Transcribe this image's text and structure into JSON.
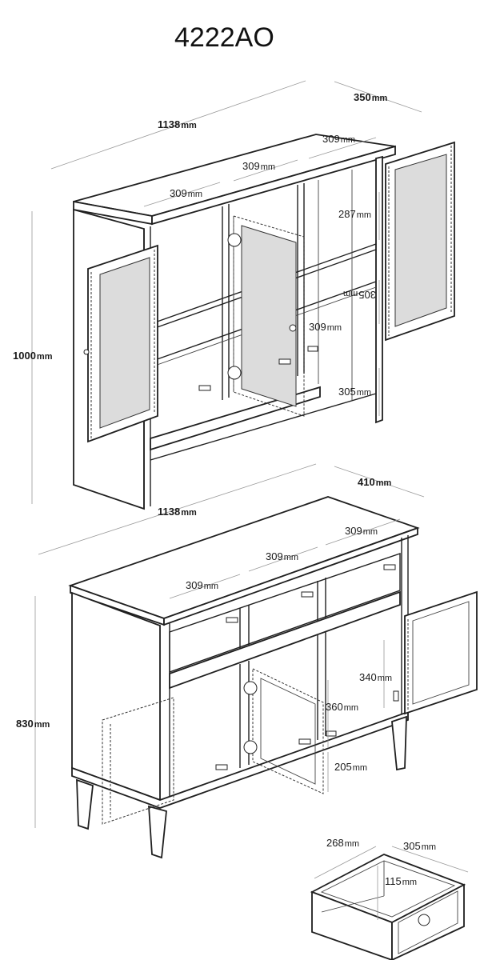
{
  "model_code": "4222AO",
  "hutch": {
    "width": "1138",
    "depth": "350",
    "height": "1000",
    "compartment_left": "309",
    "compartment_center": "309",
    "compartment_right": "309",
    "shelf_upper": "287",
    "shelf_middle": "305",
    "door_width": "309",
    "shelf_lower": "305"
  },
  "base": {
    "width": "1138",
    "depth": "410",
    "height": "830",
    "drawer_left": "309",
    "drawer_center": "309",
    "drawer_right": "309",
    "cabinet_height": "340",
    "door_width": "360",
    "leg_height": "205"
  },
  "drawer": {
    "depth": "268",
    "width": "305",
    "height": "115"
  },
  "unit_label": "mm"
}
